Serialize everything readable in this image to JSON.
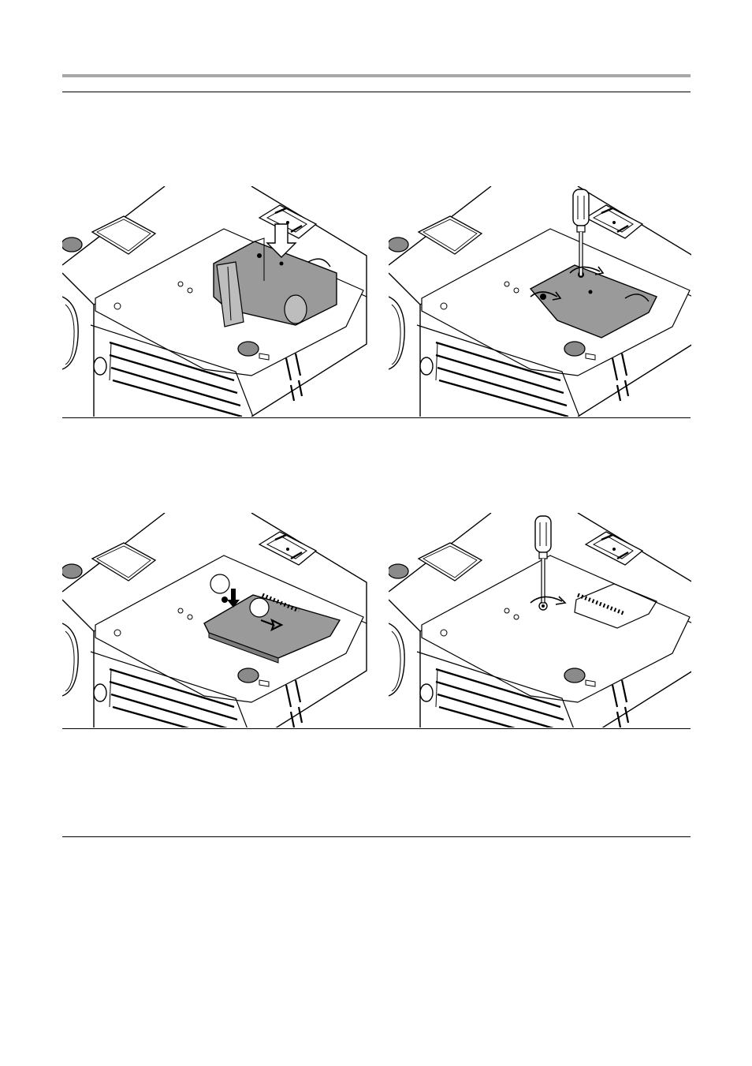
{
  "page": {
    "figures": [
      {
        "id": "step-insert-lamp-housing",
        "icons": [
          "projector-icon",
          "lamp-housing-icon",
          "insert-arrow-icon"
        ]
      },
      {
        "id": "step-tighten-lamp-screws",
        "icons": [
          "projector-icon",
          "screwdriver-icon",
          "rotate-arrow-icon"
        ]
      },
      {
        "id": "step-attach-lamp-cover",
        "icons": [
          "projector-icon",
          "lamp-cover-icon",
          "down-arrow-icon",
          "slide-arrow-icon"
        ]
      },
      {
        "id": "step-tighten-cover-screw",
        "icons": [
          "projector-icon",
          "screwdriver-icon",
          "rotate-arrow-icon"
        ]
      }
    ],
    "colors": {
      "line": "#000000",
      "part-gray": "#9a9a9a",
      "foot-gray": "#8a8a8a",
      "header-rule": "#a7a7a7"
    }
  }
}
